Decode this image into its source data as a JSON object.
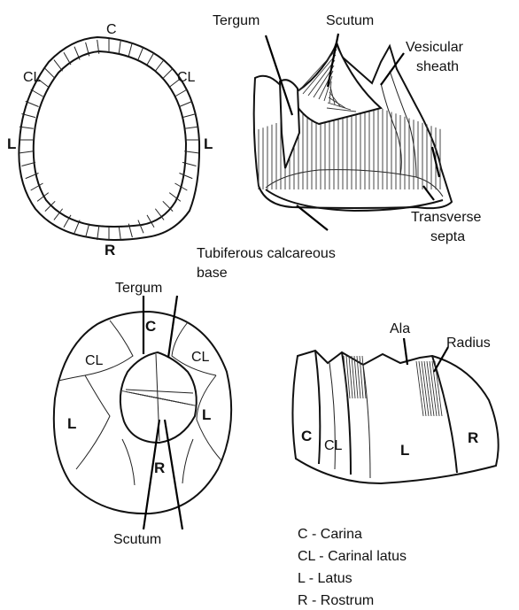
{
  "panel_a": {
    "labels": {
      "carina": "C",
      "carinal_latus_left": "CL",
      "carinal_latus_right": "CL",
      "latus_left": "L",
      "latus_right": "L",
      "rostrum": "R"
    }
  },
  "panel_b": {
    "labels": {
      "tergum": "Tergum",
      "scutum": "Scutum",
      "vesicular_sheath_1": "Vesicular",
      "vesicular_sheath_2": "sheath",
      "transverse_septa_1": "Transverse",
      "transverse_septa_2": "septa",
      "base_1": "Tubiferous calcareous",
      "base_2": "base"
    }
  },
  "panel_c": {
    "labels": {
      "tergum": "Tergum",
      "carina": "C",
      "carinal_latus_left": "CL",
      "carinal_latus_right": "CL",
      "latus_left": "L",
      "latus_right": "L",
      "rostrum": "R",
      "scutum": "Scutum"
    }
  },
  "panel_d": {
    "labels": {
      "ala": "Ala",
      "radius": "Radius",
      "carina": "C",
      "carinal_latus": "CL",
      "latus": "L",
      "rostrum": "R"
    }
  },
  "legend": [
    "C - Carina",
    "CL - Carinal latus",
    "L - Latus",
    "R - Rostrum"
  ]
}
